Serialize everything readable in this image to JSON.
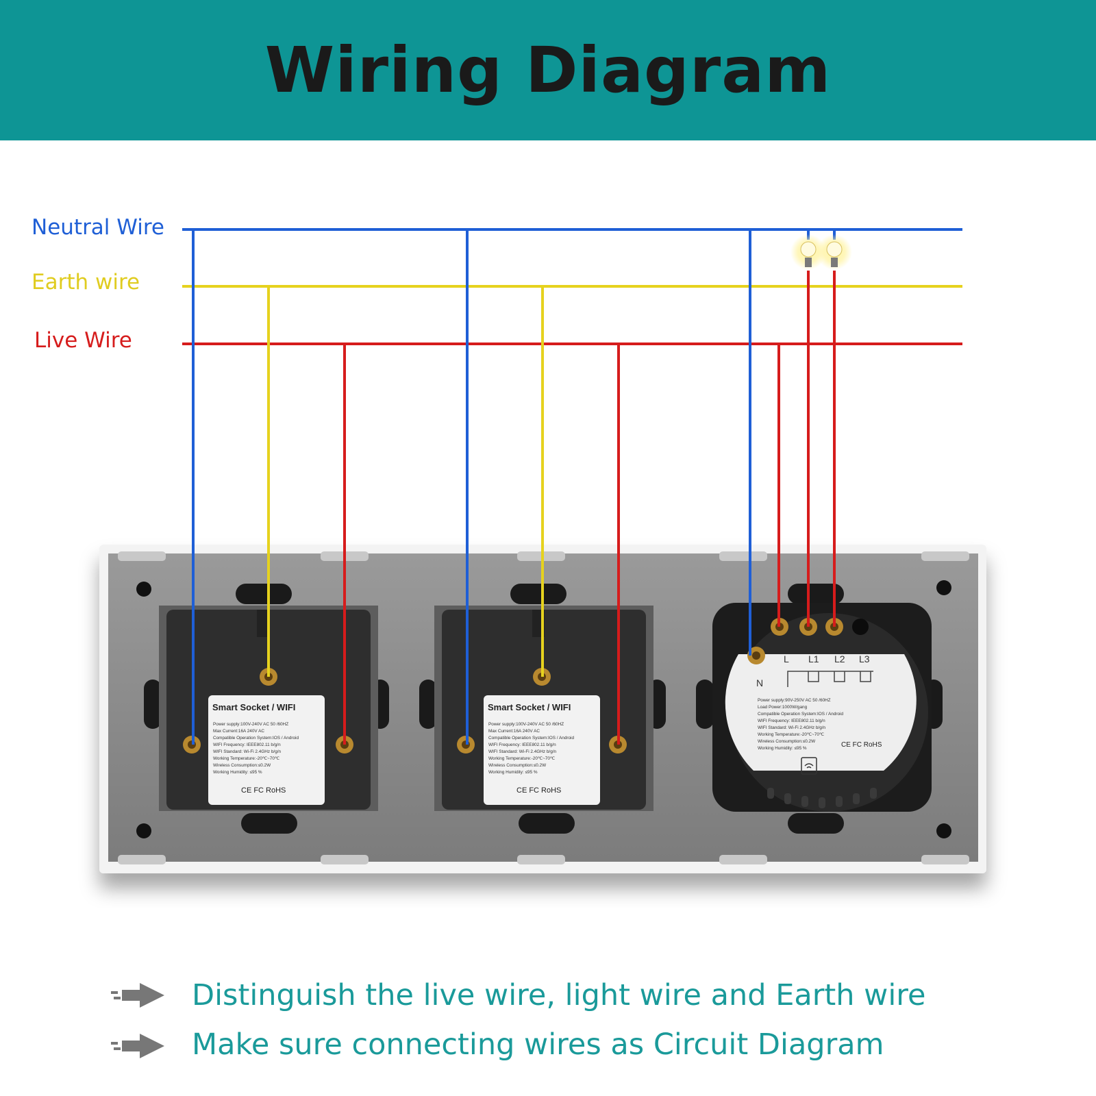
{
  "header": {
    "title": "Wiring Diagram"
  },
  "legend": {
    "neutral": {
      "label": "Neutral Wire",
      "color": "#1f5fd6"
    },
    "earth": {
      "label": "Earth wire",
      "color": "#e6d21e"
    },
    "live": {
      "label": "Live Wire",
      "color": "#d61c1c"
    }
  },
  "sockets": [
    {
      "title": "Smart Socket / WIFI",
      "specs": [
        "Power supply:100V-240V AC  50 /60HZ",
        "Max Current:16A  240V AC",
        "Compatible Operation System:IOS / Android",
        "WIFI Frequency: IEEE802.11 b/g/n",
        "WIFI Standard: Wi-Fi 2.4GHz b/g/n",
        "Working Temperature:-20℃~70℃",
        "Wireless Consumption:≤0.2W",
        "Working Humidity: ≤95 %"
      ],
      "cert": "CE FC RoHS"
    },
    {
      "title": "Smart Socket / WIFI",
      "specs": [
        "Power supply:100V-240V AC  50 /60HZ",
        "Max Current:16A  240V AC",
        "Compatible Operation System:IOS / Android",
        "WIFI Frequency: IEEE802.11 b/g/n",
        "WIFI Standard: Wi-Fi 2.4GHz b/g/n",
        "Working Temperature:-20℃~70℃",
        "Wireless Consumption:≤0.2W",
        "Working Humidity: ≤95 %"
      ],
      "cert": "CE FC RoHS"
    }
  ],
  "switch": {
    "terminals": [
      "L",
      "L1",
      "L2",
      "L3"
    ],
    "neutral_terminal": "N",
    "specs": [
      "Power supply:90V-250V AC  50 /60HZ",
      "Load Power:1000W/gang",
      "Compatible Operation System:IOS / Android",
      "WIFI Frequency: IEEE802.11 b/g/n",
      "WIFI Standard: Wi-Fi 2.4GHz b/g/n",
      "Working Temperature:-20℃~70℃",
      "Wireless Consumption:≤0.2W",
      "Working Humidity: ≤95 %"
    ],
    "cert": "CE FC RoHS"
  },
  "notes": [
    "Distinguish the live wire, light wire and Earth wire",
    "Make sure connecting wires as Circuit Diagram"
  ],
  "colors": {
    "header_bg": "#0e9595",
    "note_text": "#1a9a9a",
    "panel": "#8e8e8e"
  }
}
